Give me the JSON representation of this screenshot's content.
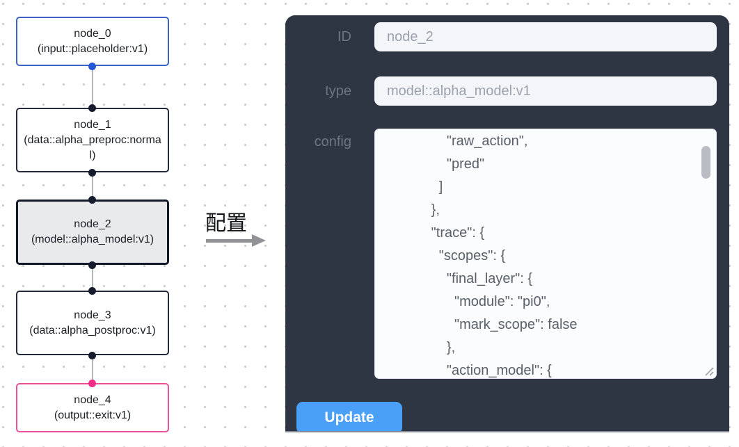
{
  "flow": {
    "nodes": [
      {
        "name": "node_0",
        "type": "(input::placeholder:v1)",
        "variant": "input"
      },
      {
        "name": "node_1",
        "type": "(data::alpha_preproc:normal)",
        "variant": "default"
      },
      {
        "name": "node_2",
        "type": "(model::alpha_model:v1)",
        "variant": "selected"
      },
      {
        "name": "node_3",
        "type": "(data::alpha_postproc:v1)",
        "variant": "default"
      },
      {
        "name": "node_4",
        "type": "(output::exit:v1)",
        "variant": "output"
      }
    ]
  },
  "annotation": {
    "label": "配置"
  },
  "panel": {
    "id_field": {
      "label": "ID",
      "value": "node_2"
    },
    "type_field": {
      "label": "type",
      "value": "model::alpha_model:v1"
    },
    "config_field": {
      "label": "config",
      "value": "                \"raw_action\",\n                \"pred\"\n              ]\n            },\n            \"trace\": {\n              \"scopes\": {\n                \"final_layer\": {\n                  \"module\": \"pi0\",\n                  \"mark_scope\": false\n                },\n                \"action_model\": {"
    },
    "update_button": {
      "label": "Update"
    }
  },
  "colors": {
    "panel_bg": "#2e3644",
    "button_blue": "#4a9ff7",
    "node_input_border": "#3a63c4",
    "node_output_border": "#ea4f9b",
    "node_default_border": "#232a3a",
    "selected_node_bg": "#e9eaec",
    "handle_dark": "#161c2e",
    "handle_blue": "#2457d6",
    "handle_pink": "#f02d86",
    "edge_gray": "#b4b7bc",
    "label_gray": "#6d7583",
    "input_bg": "#f3f5f9"
  }
}
